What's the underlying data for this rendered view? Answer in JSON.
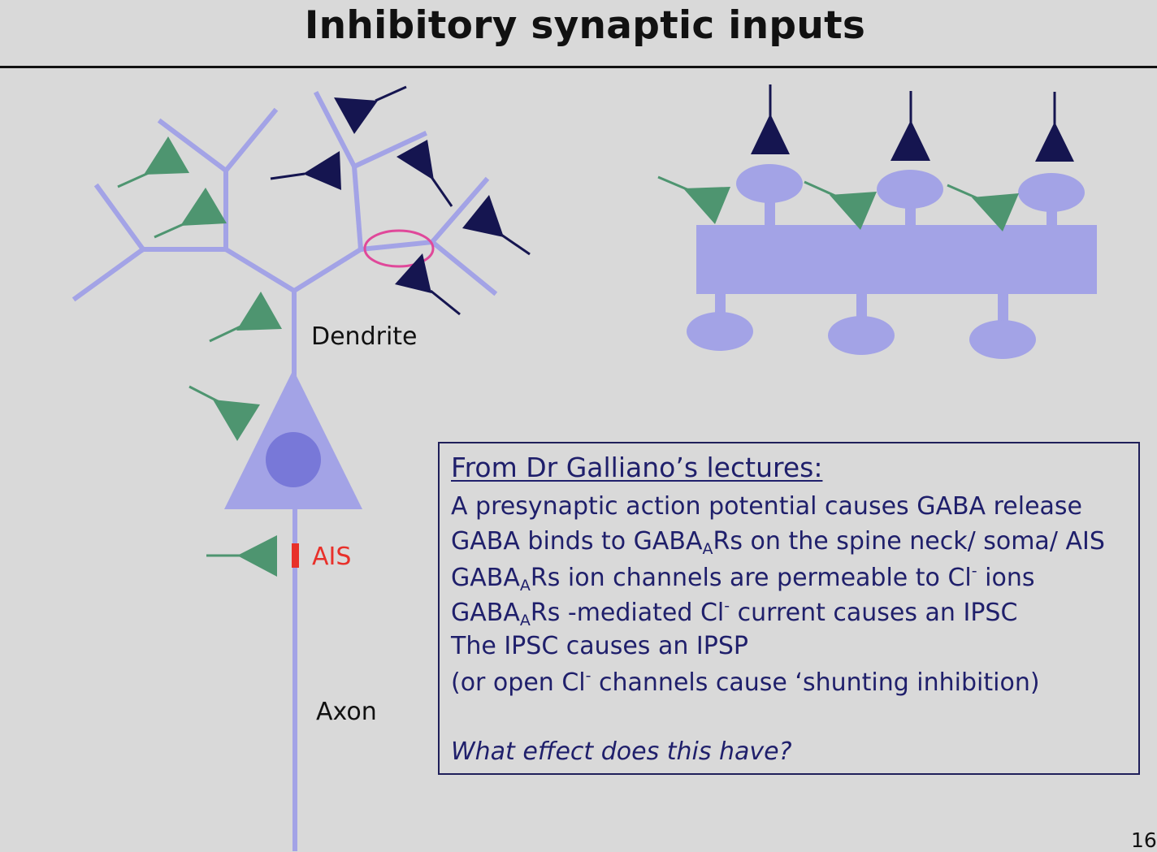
{
  "slide": {
    "title": "Inhibitory synaptic inputs",
    "page_number": "16"
  },
  "labels": {
    "dendrite": "Dendrite",
    "ais": "AIS",
    "axon": "Axon"
  },
  "info_box": {
    "heading": "From Dr Galliano’s lectures:",
    "line1": "A presynaptic action potential causes GABA release",
    "line2_pre": "GABA binds to GABA",
    "line2_sub": "A",
    "line2_post": "Rs on the spine neck/ soma/ AIS",
    "line3_pre": "GABA",
    "line3_sub": "A",
    "line3_mid": "Rs ion channels are permeable to Cl",
    "line3_sup": "-",
    "line3_post": " ions",
    "line4_pre": "GABA",
    "line4_sub": "A",
    "line4_mid": "Rs -mediated Cl",
    "line4_sup": "-",
    "line4_post": " current causes an IPSC",
    "line5": "The IPSC causes an IPSP",
    "line6_pre": "(or open Cl",
    "line6_sup": "-",
    "line6_post": " channels cause ‘shunting inhibition)",
    "question": "What effect does this have?"
  },
  "colors": {
    "background": "#d9d9d9",
    "neuron": "#a3a3e6",
    "nucleus": "#7878d8",
    "excitatory_synapse": "#4e9570",
    "inhibitory_synapse": "#151550",
    "highlight_circle": "#e0489a",
    "ais_marker": "#e8302a",
    "text_box": "#1f1f6b"
  }
}
